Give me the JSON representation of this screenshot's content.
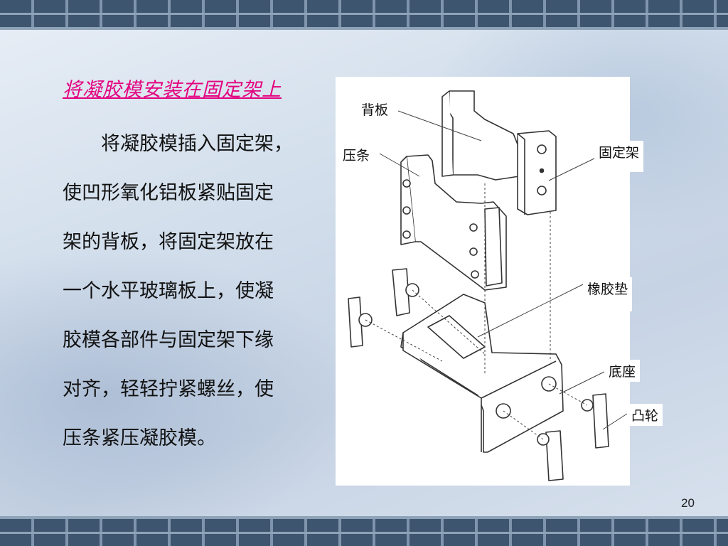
{
  "slide": {
    "title": "将凝胶模安装在固定架上",
    "paragraph_lines": [
      "　　将凝胶模插入固定架，",
      "使凹形氧化铝板紧贴固定",
      "架的背板，将固定架放在",
      "一个水平玻璃板上，使凝",
      "胶模各部件与固定架下缘",
      "对齐，轻轻拧紧螺丝，使",
      "压条紧压凝胶模。"
    ],
    "page_number": "20"
  },
  "figure": {
    "labels": {
      "back_plate": "背板",
      "pressing_strip": "压条",
      "fixing_frame": "固定架",
      "rubber_pad": "橡胶垫",
      "base": "底座",
      "cam": "凸轮"
    }
  },
  "colors": {
    "title": "#e4007f",
    "text": "#111111",
    "wall": "#4f6781"
  }
}
